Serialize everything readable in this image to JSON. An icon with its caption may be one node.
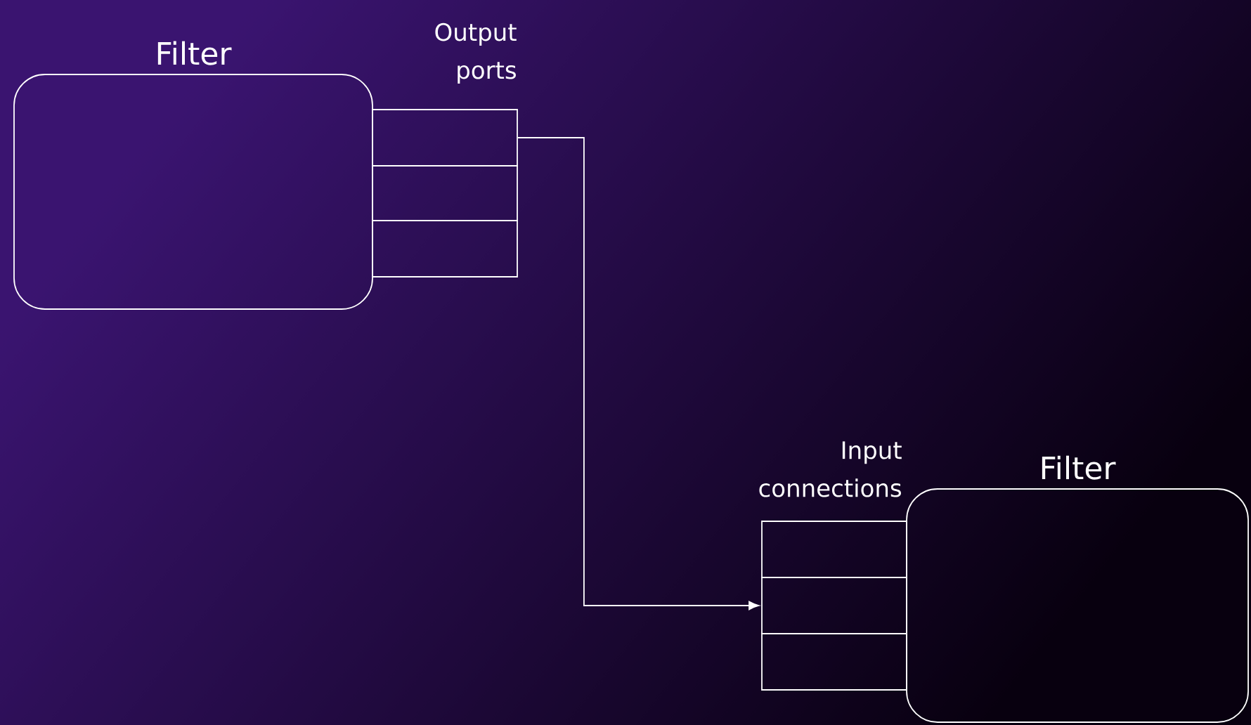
{
  "diagram": {
    "nodes": [
      {
        "text": [
          "Filter"
        ]
      },
      {
        "text": [],
        "shape": "box"
      },
      {
        "text": [],
        "shape": "box"
      },
      {
        "text": [],
        "shape": "box"
      },
      {
        "text": [
          "Filter"
        ]
      },
      {
        "text": [],
        "shape": "box"
      },
      {
        "text": [],
        "shape": "box"
      },
      {
        "text": [],
        "shape": "box"
      }
    ],
    "edges": [
      {
        "from": 1,
        "to": 6,
        "arrow": "to"
      }
    ],
    "labels": [
      "Output ports",
      "Input connections"
    ]
  }
}
